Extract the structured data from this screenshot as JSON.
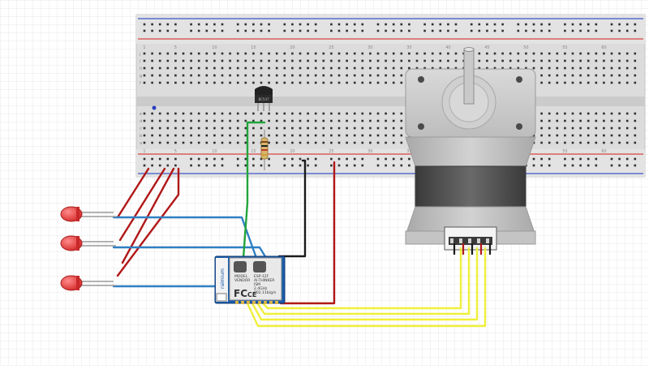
{
  "breadboard": {
    "column_numbers": [
      "1",
      "5",
      "10",
      "15",
      "20",
      "25",
      "30",
      "35",
      "40",
      "45",
      "50",
      "55",
      "60"
    ],
    "row_letters_top": [
      "j",
      "i",
      "h",
      "g",
      "f"
    ],
    "row_letters_bottom": [
      "e",
      "d",
      "c",
      "b",
      "a"
    ]
  },
  "module": {
    "brand": "raimium",
    "model_label": "MODEL",
    "model_value": "ESP-12F",
    "vendor_label": "VENDOR",
    "vendor_value": "AI-THINKER",
    "freq": "2.4GHz",
    "ism": "ISM",
    "power": "802.11b/g/n",
    "fc": "FC",
    "ce": "CE"
  },
  "transistor": {
    "label": "BC547"
  },
  "motor": {
    "connector_label": ""
  },
  "colors": {
    "red_wire": "#b11717",
    "blue_wire": "#2f7fc4",
    "green_wire": "#21a53a",
    "black_wire": "#1a1a1a",
    "yellow_wire": "#f0ef3b",
    "led": "#e03434",
    "board": "#1a5cab",
    "motor_body": "#bfbfbf"
  }
}
